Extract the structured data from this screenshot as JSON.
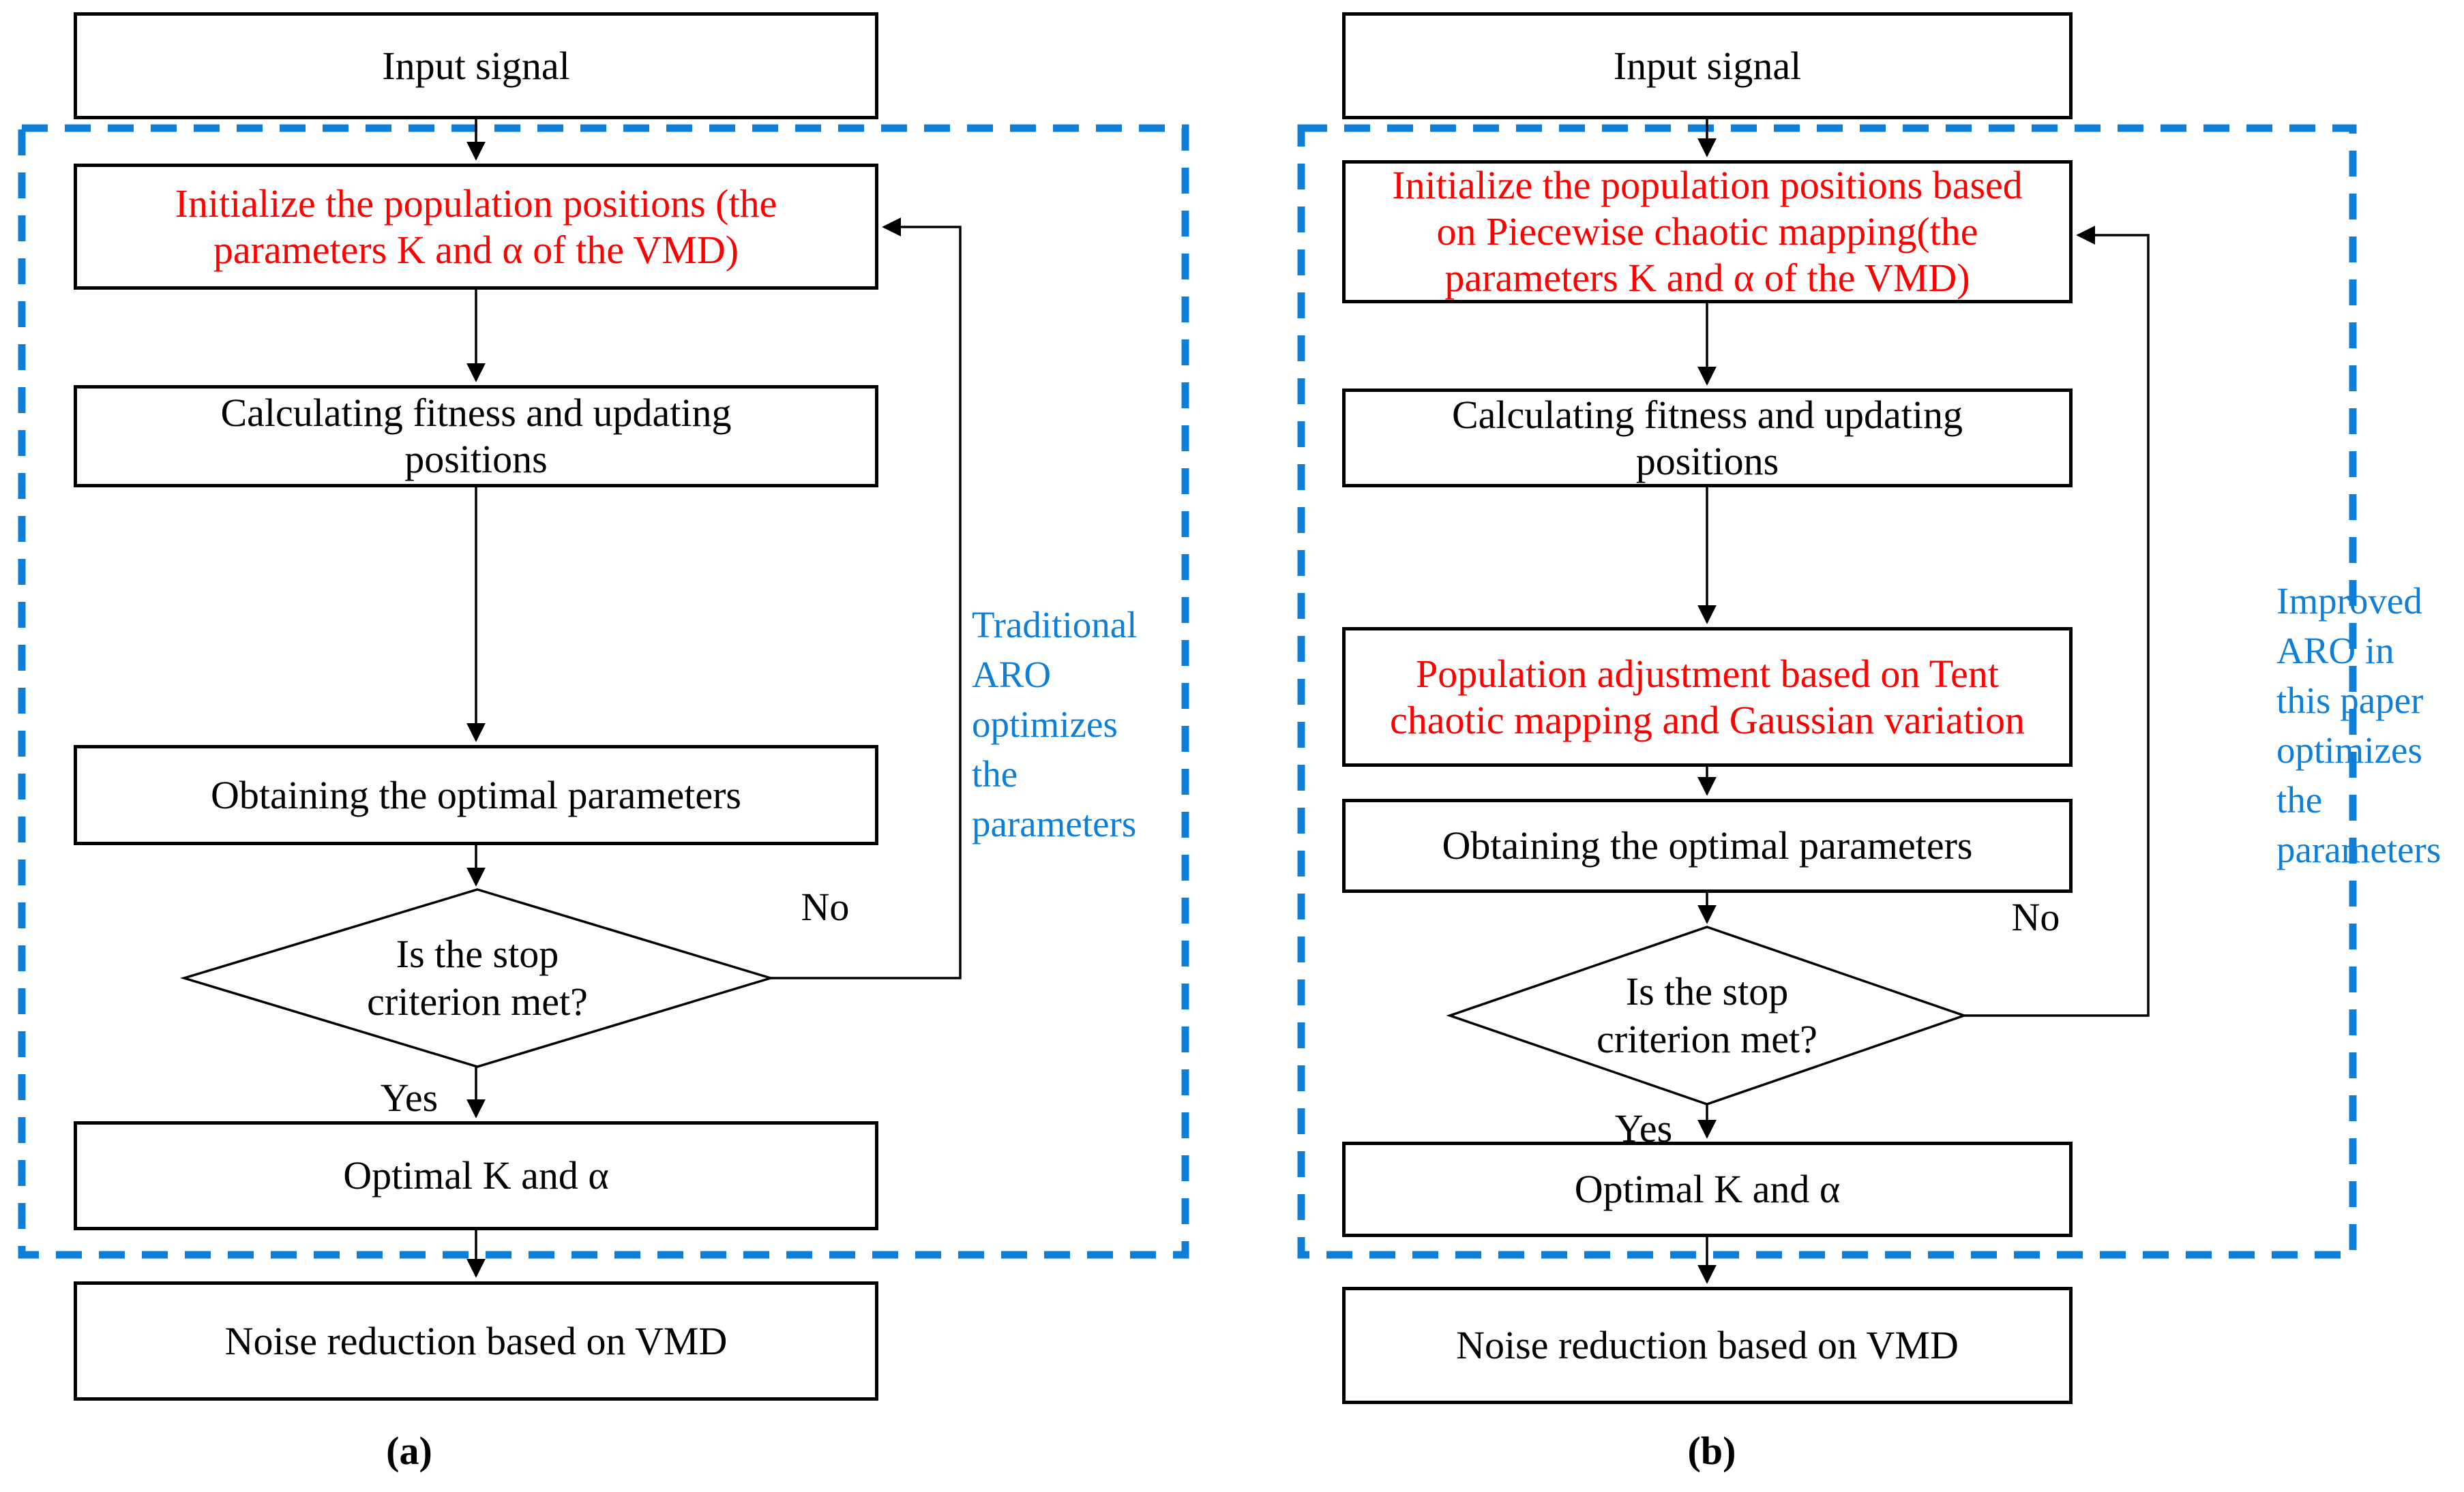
{
  "figure": {
    "colors": {
      "highlight_red": "#ff0000",
      "annotation_blue": "#0d7fd9",
      "line_black": "#000000"
    },
    "charts": [
      {
        "caption": "(a)",
        "side_note": "Traditional\nARO\noptimizes\nthe\nparameters",
        "no_label": "No",
        "yes_label": "Yes",
        "nodes": {
          "input": "Input signal",
          "init": "Initialize the population positions (the\nparameters K and α of the VMD)",
          "calc": "Calculating fitness and updating\npositions",
          "obtain": "Obtaining the optimal parameters",
          "decision": "Is the stop\ncriterion met?",
          "optimal": "Optimal K and α",
          "noise": "Noise reduction based on VMD"
        }
      },
      {
        "caption": "(b)",
        "side_note": "Improved\nARO in\nthis paper\noptimizes\nthe\nparameters",
        "no_label": "No",
        "yes_label": "Yes",
        "nodes": {
          "input": "Input signal",
          "init": "Initialize the population positions based\non Piecewise chaotic mapping(the\nparameters K and α of the VMD)",
          "calc": "Calculating fitness and updating\npositions",
          "adjust": "Population adjustment based on Tent\nchaotic mapping and Gaussian variation",
          "obtain": "Obtaining the optimal parameters",
          "decision": "Is the stop\ncriterion met?",
          "optimal": "Optimal K and α",
          "noise": "Noise reduction based on VMD"
        }
      }
    ]
  }
}
